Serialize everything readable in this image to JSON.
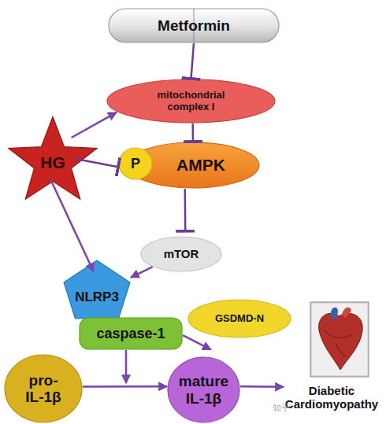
{
  "diagram": {
    "nodes": [
      {
        "text": [
          "Metformin"
        ]
      },
      {
        "text": [
          "mitochondrial complex I"
        ]
      },
      {
        "text": [
          "HG"
        ]
      },
      {
        "text": [
          "P"
        ]
      },
      {
        "text": [
          "AMPK"
        ]
      },
      {
        "text": [
          "mTOR"
        ]
      },
      {
        "text": [
          "NLRP3"
        ]
      },
      {
        "text": [
          "caspase-1"
        ]
      },
      {
        "text": [
          "GSDMD-N"
        ]
      },
      {
        "text": [
          "pro-IL-1β"
        ]
      },
      {
        "text": [
          "mature IL-1β"
        ]
      },
      {
        "text": [
          "Diabetic Cardiomyopathy"
        ]
      }
    ],
    "edges": [
      {
        "from": 0,
        "to": 1,
        "arrow": "to"
      },
      {
        "from": 1,
        "to": 4,
        "arrow": "to"
      },
      {
        "from": 2,
        "to": 1,
        "arrow": "to"
      },
      {
        "from": 2,
        "to": 3,
        "arrow": "to"
      },
      {
        "from": 4,
        "to": 5,
        "arrow": "to"
      },
      {
        "from": 5,
        "to": 6,
        "arrow": "to"
      },
      {
        "from": 2,
        "to": 6,
        "arrow": "to"
      },
      {
        "from": 7,
        "to": 10,
        "arrow": "to"
      },
      {
        "from": 9,
        "to": 10,
        "arrow": "to"
      },
      {
        "from": 10,
        "to": 11,
        "arrow": "to"
      }
    ],
    "labels": [
      "知乎"
    ]
  }
}
